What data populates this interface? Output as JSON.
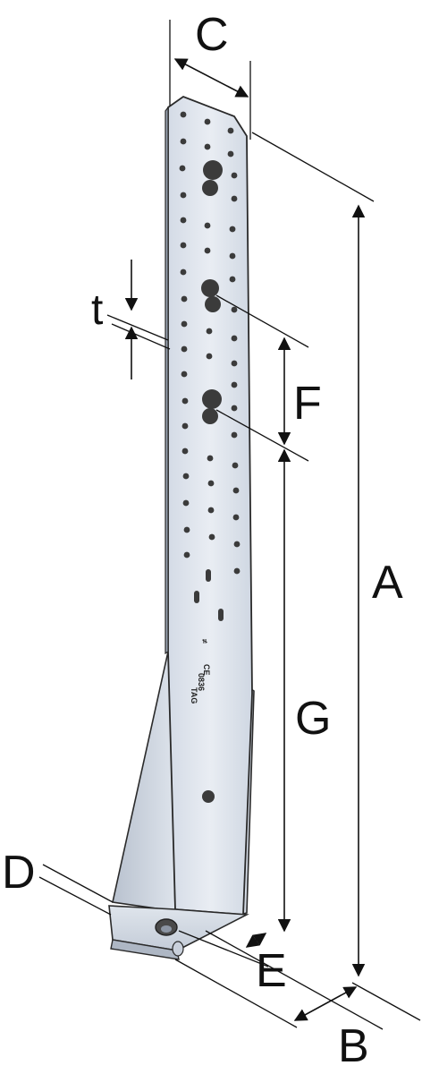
{
  "labels": {
    "A": "A",
    "B": "B",
    "C": "C",
    "D": "D",
    "E": "E",
    "F": "F",
    "G": "G",
    "t": "t"
  },
  "stamp": {
    "ce": "CE",
    "code": "0836",
    "tag": "TAG"
  },
  "colors": {
    "metal_light": "#e6ebf2",
    "metal_mid": "#cdd5e0",
    "metal_dark": "#a9b3c2",
    "outline": "#2a2a2a",
    "holes": "#3b3b3b",
    "dimension": "#111111"
  }
}
